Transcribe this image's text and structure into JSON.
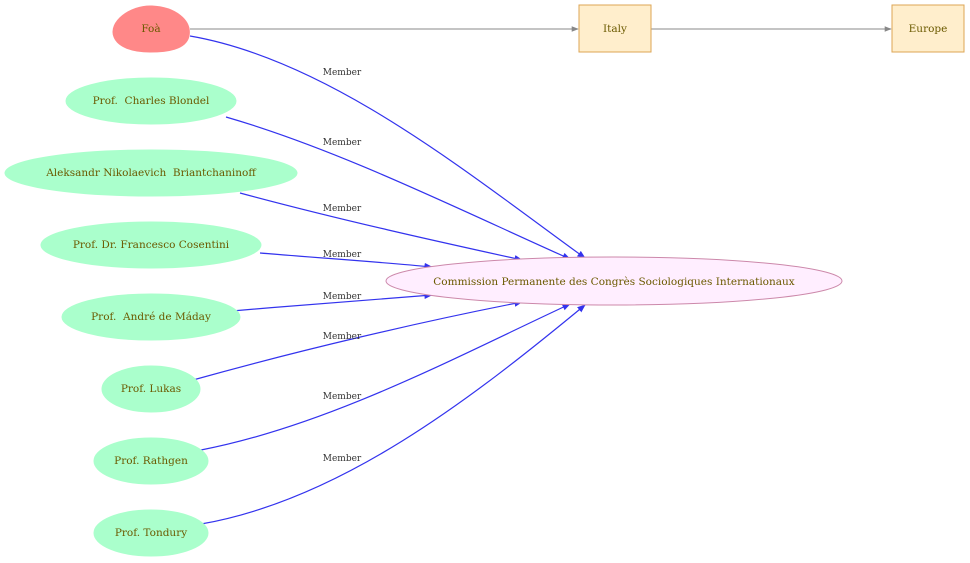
{
  "colors": {
    "member_node_fill": "#aaffcc",
    "member_node_text": "#6b5a00",
    "commission_fill": "#ffeeff",
    "commission_stroke": "#cc88aa",
    "foa_fill": "#ff8888",
    "place_fill": "#ffeecc",
    "place_stroke": "#dda655",
    "member_edge": "#3333ee",
    "location_edge": "#888888"
  },
  "nodes": {
    "foa": "Foà",
    "italy": "Italy",
    "europe": "Europe",
    "commission": "Commission Permanente des Congrès Sociologiques Internationaux",
    "blondel": "Prof.  Charles Blondel",
    "briantchaninoff": "Aleksandr Nikolaevich  Briantchaninoff",
    "cosentini": "Prof. Dr. Francesco Cosentini",
    "maday": "Prof.  André de Máday",
    "lukas": "Prof. Lukas",
    "rathgen": "Prof. Rathgen",
    "tondury": "Prof. Tondury"
  },
  "edge_labels": {
    "foa_member": "Member",
    "blondel_member": "Member",
    "briantchaninoff_member": "Member",
    "cosentini_member": "Member",
    "maday_member": "Member",
    "lukas_member": "Member",
    "rathgen_member": "Member",
    "tondury_member": "Member"
  }
}
